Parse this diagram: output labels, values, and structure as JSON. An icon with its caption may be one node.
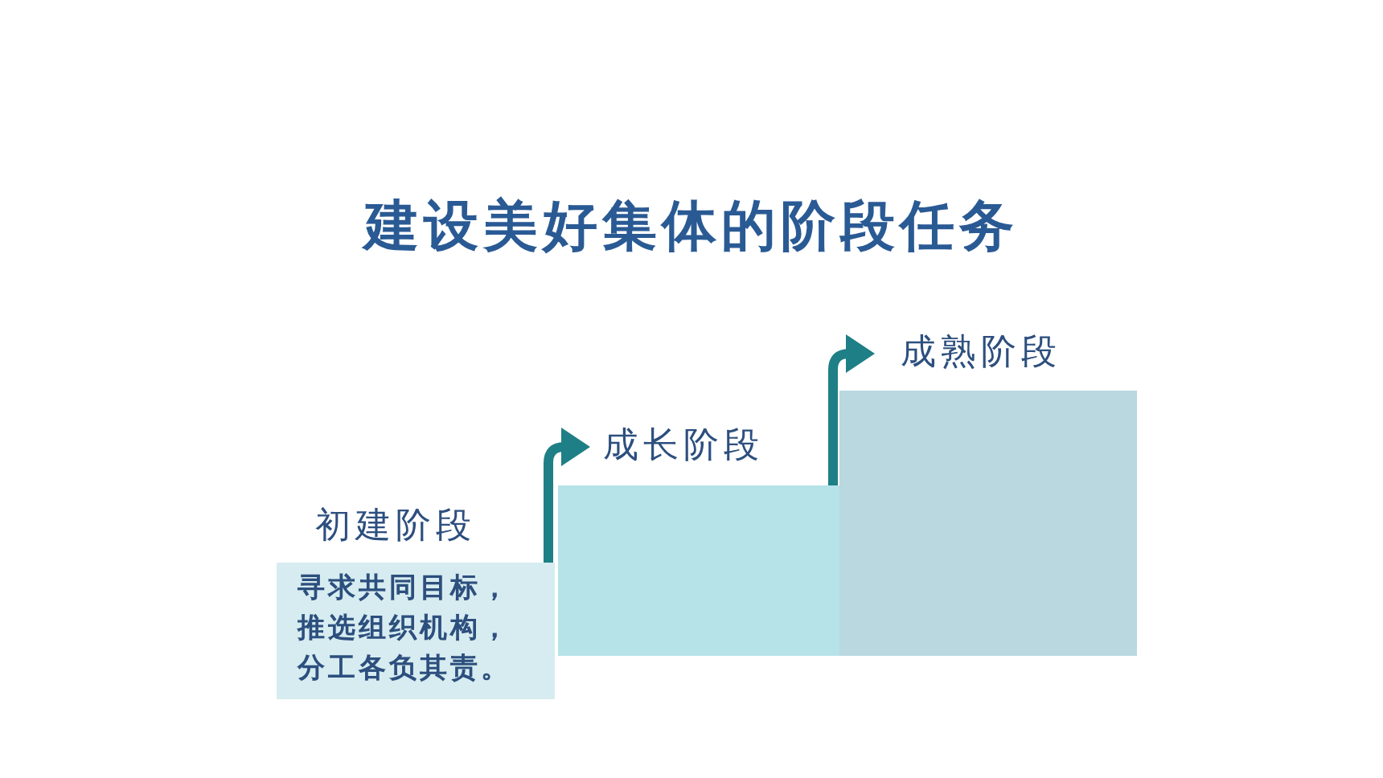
{
  "diagram": {
    "title": "建设美好集体的阶段任务",
    "nodes": [
      {
        "text": [
          "初建阶段",
          "寻求共同目标，推选组织机构，分工各负其责。"
        ]
      },
      {
        "text": [
          "成长阶段"
        ]
      },
      {
        "text": [
          "成熟阶段"
        ]
      }
    ],
    "edges": [
      {
        "from": 0,
        "to": 1,
        "arrow": "to"
      },
      {
        "from": 1,
        "to": 2,
        "arrow": "to"
      }
    ]
  }
}
